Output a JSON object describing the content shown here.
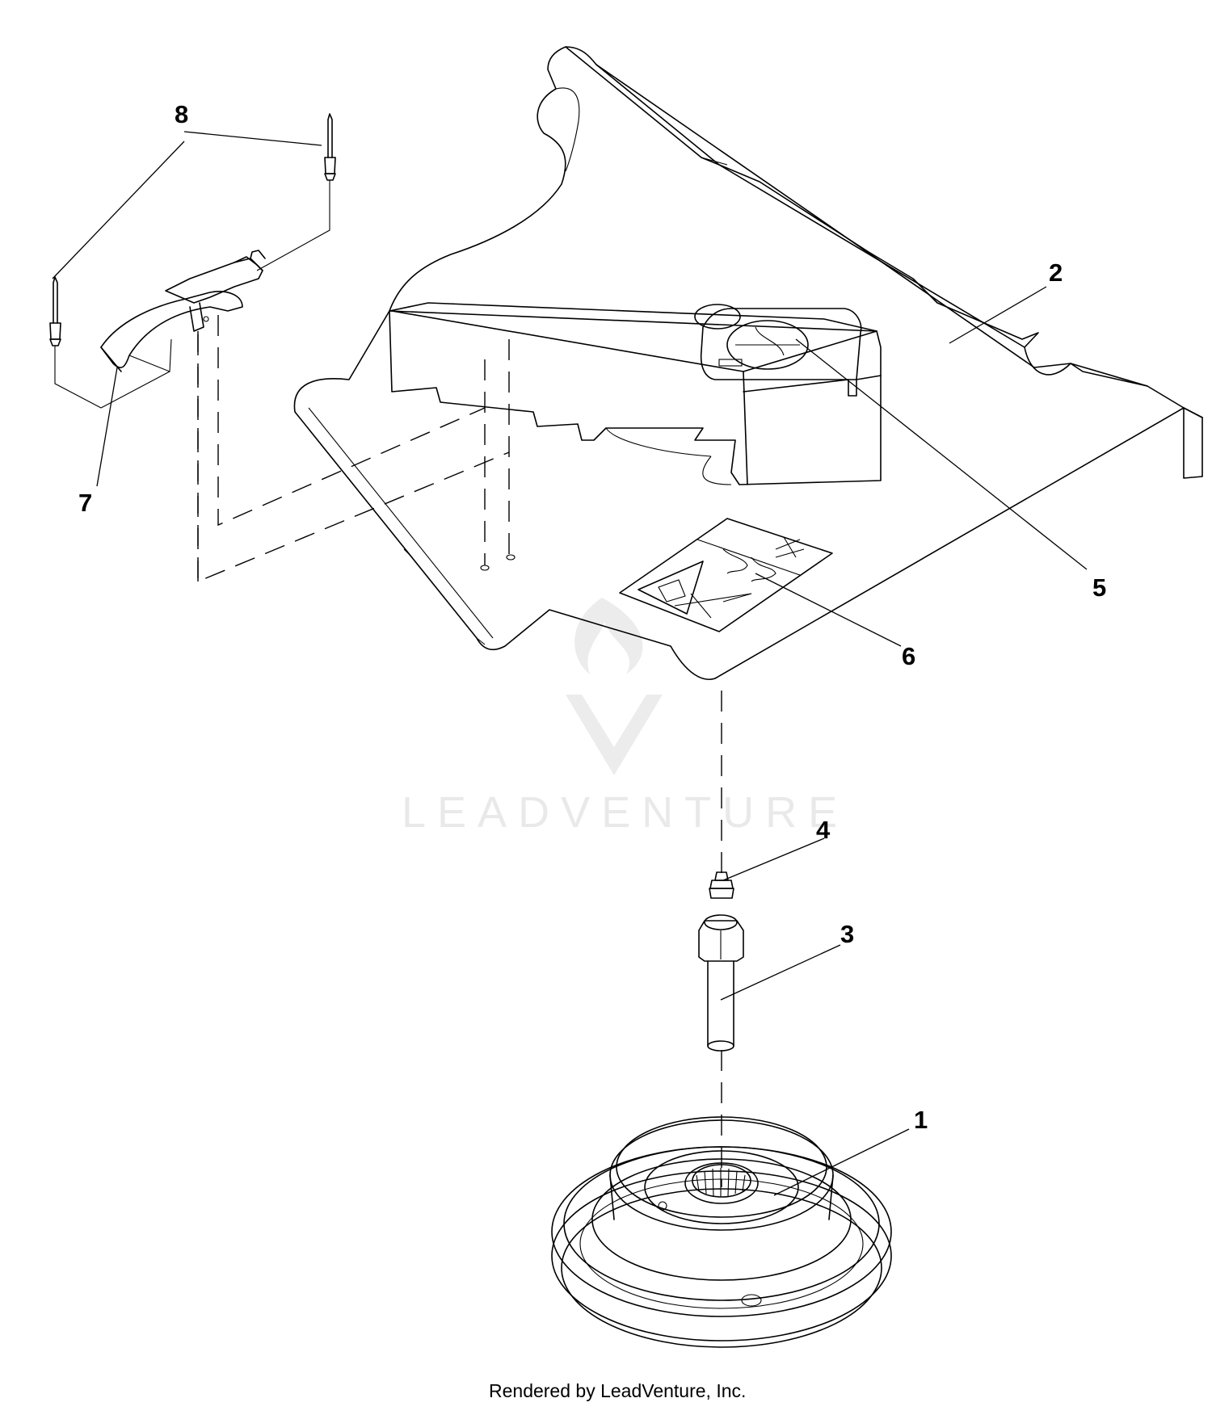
{
  "diagram": {
    "callouts": [
      {
        "id": "1",
        "label": "1"
      },
      {
        "id": "2",
        "label": "2"
      },
      {
        "id": "3",
        "label": "3"
      },
      {
        "id": "4",
        "label": "4"
      },
      {
        "id": "5",
        "label": "5"
      },
      {
        "id": "6",
        "label": "6"
      },
      {
        "id": "7",
        "label": "7"
      },
      {
        "id": "8",
        "label": "8"
      }
    ]
  },
  "watermark": {
    "text": "LEADVENTURE"
  },
  "footer": {
    "text": "Rendered by LeadVenture, Inc."
  },
  "colors": {
    "line": "#000000",
    "watermark": "#e9e9e9",
    "background": "#ffffff"
  },
  "icons": [
    "watermark-logo-icon",
    "warning-decal-icon",
    "mower-decal-icon"
  ]
}
